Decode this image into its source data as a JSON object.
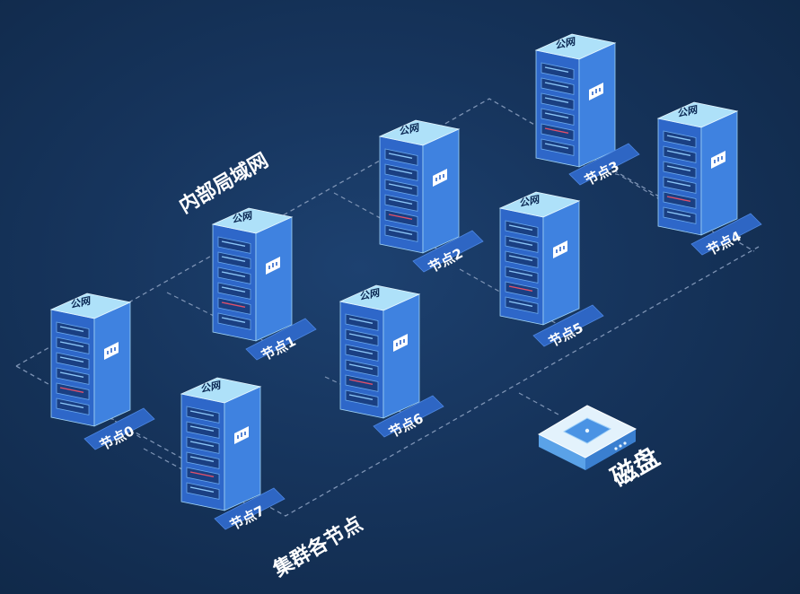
{
  "labels": {
    "internal_lan": "内部局域网",
    "cluster_nodes": "集群各节点",
    "disk": "磁盘"
  },
  "server_brand": "公网",
  "nodes": [
    {
      "id": "node0",
      "label": "节点0"
    },
    {
      "id": "node1",
      "label": "节点1"
    },
    {
      "id": "node2",
      "label": "节点2"
    },
    {
      "id": "node3",
      "label": "节点3"
    },
    {
      "id": "node4",
      "label": "节点4"
    },
    {
      "id": "node5",
      "label": "节点5"
    },
    {
      "id": "node6",
      "label": "节点6"
    },
    {
      "id": "node7",
      "label": "节点7"
    }
  ],
  "colors": {
    "background": "#16345c",
    "server_front": "#2e67c9",
    "server_side": "#3f82e0",
    "server_top": "#aee1f9",
    "tag": "#2e66c4",
    "dashed_line": "#7d93b4",
    "disk_top": "#e3f2fc",
    "disk_side": "#5aa2e8"
  }
}
